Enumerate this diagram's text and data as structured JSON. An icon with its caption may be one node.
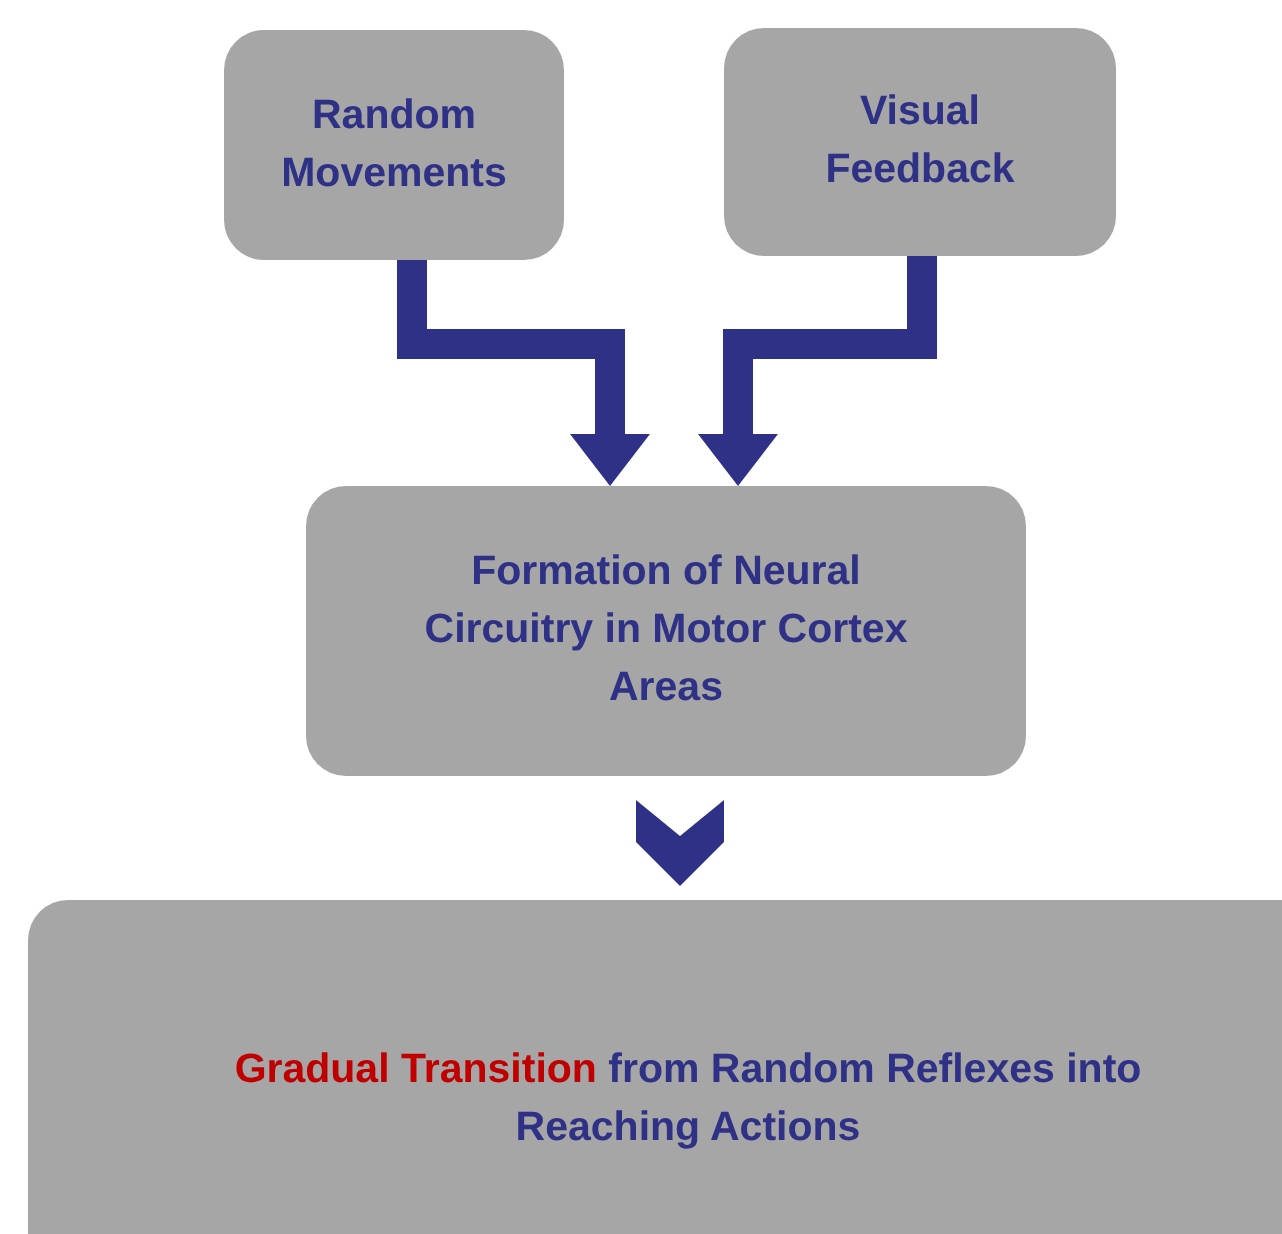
{
  "diagram": {
    "nodes": [
      {
        "text": [
          "Random Movements"
        ]
      },
      {
        "text": [
          "Visual Feedback"
        ]
      },
      {
        "text": [
          "Formation of Neural Circuitry in Motor Cortex Areas"
        ]
      },
      {
        "text": [
          "*Gradual Transition* from Random Reflexes into Reaching Actions"
        ]
      }
    ],
    "edges": [
      {
        "from": 0,
        "to": 2,
        "arrow": "to"
      },
      {
        "from": 1,
        "to": 2,
        "arrow": "to"
      },
      {
        "from": 2,
        "to": 3,
        "arrow": "to"
      }
    ]
  }
}
